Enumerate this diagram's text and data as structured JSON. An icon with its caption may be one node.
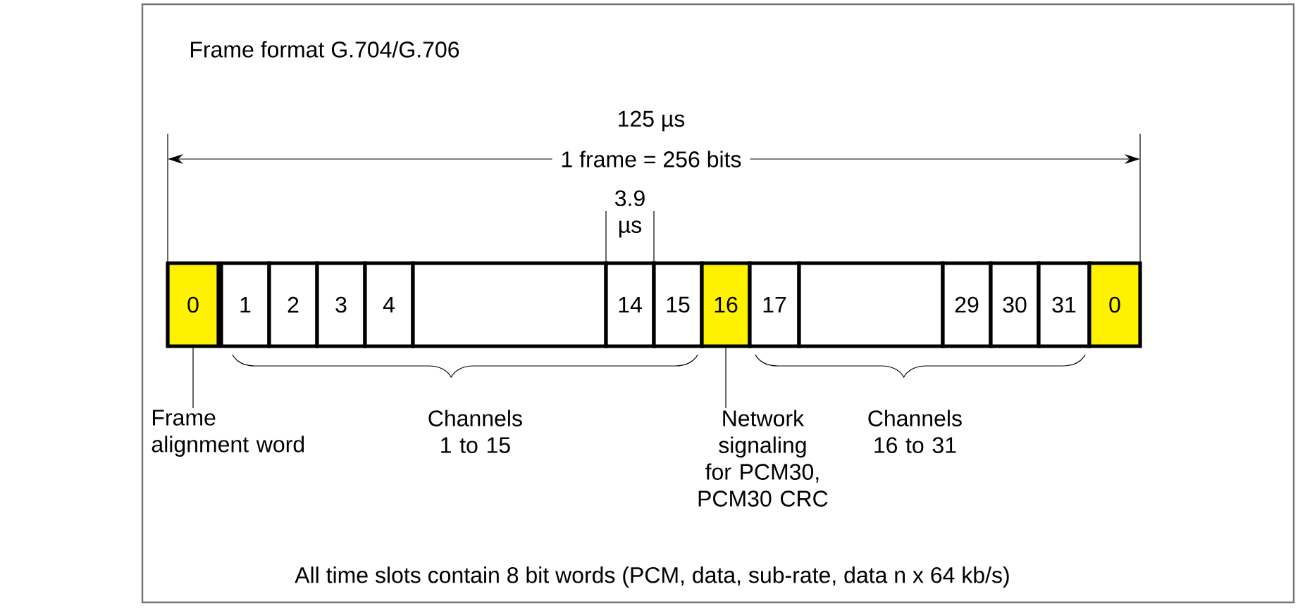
{
  "diagram": {
    "title": "Frame format G.704/G.706",
    "caption": "All time slots contain 8 bit words (PCM, data, sub-rate, data n x 64 kb/s)",
    "nodes": [
      {
        "text": [
          "0"
        ]
      },
      {
        "text": [
          "1"
        ]
      },
      {
        "text": [
          "2"
        ]
      },
      {
        "text": [
          "3"
        ]
      },
      {
        "text": [
          "4"
        ]
      },
      {
        "text": [],
        "shape": "box"
      },
      {
        "text": [
          "14"
        ]
      },
      {
        "text": [
          "15"
        ]
      },
      {
        "text": [
          "16"
        ]
      },
      {
        "text": [
          "17"
        ]
      },
      {
        "text": [],
        "shape": "box"
      },
      {
        "text": [
          "29"
        ]
      },
      {
        "text": [
          "30"
        ]
      },
      {
        "text": [
          "31"
        ]
      },
      {
        "text": [
          "0"
        ]
      },
      {
        "text": [
          "Frame alignment word"
        ]
      },
      {
        "text": [
          "Network signaling for PCM30, PCM30 CRC"
        ]
      }
    ],
    "edges": [
      {
        "from": 15,
        "to": 0,
        "arrow": "none"
      },
      {
        "from": 16,
        "to": 8,
        "arrow": "none"
      }
    ],
    "labels": [
      "125 µs",
      "1 frame = 256 bits",
      "3.9 µs",
      "Channels 1 to 15",
      "Channels 16 to 31"
    ]
  }
}
